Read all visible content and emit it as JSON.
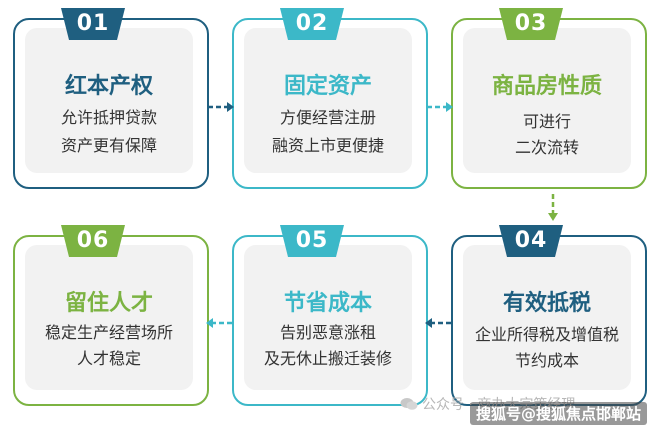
{
  "colors": {
    "blue": "#1f5f80",
    "teal": "#3cb8c8",
    "green": "#7cb342"
  },
  "steps": [
    {
      "num": "01",
      "title": "红本产权",
      "lines": [
        "允许抵押贷款",
        "资产更有保障"
      ]
    },
    {
      "num": "02",
      "title": "固定资产",
      "lines": [
        "方便经营注册",
        "融资上市更便捷"
      ]
    },
    {
      "num": "03",
      "title": "商品房性质",
      "lines": [
        "可进行",
        "二次流转"
      ]
    },
    {
      "num": "04",
      "title": "有效抵税",
      "lines": [
        "企业所得税及增值税",
        "节约成本"
      ]
    },
    {
      "num": "05",
      "title": "节省成本",
      "lines": [
        "告别恶意涨租",
        "及无休止搬迁装修"
      ]
    },
    {
      "num": "06",
      "title": "留住人才",
      "lines": [
        "稳定生产经营场所",
        "人才稳定"
      ]
    }
  ],
  "watermark": {
    "icon": "wechat-icon",
    "text": "公众号 · 商办大宗策经理"
  },
  "corner_text": "搜狐号@搜狐焦点邯郸站"
}
